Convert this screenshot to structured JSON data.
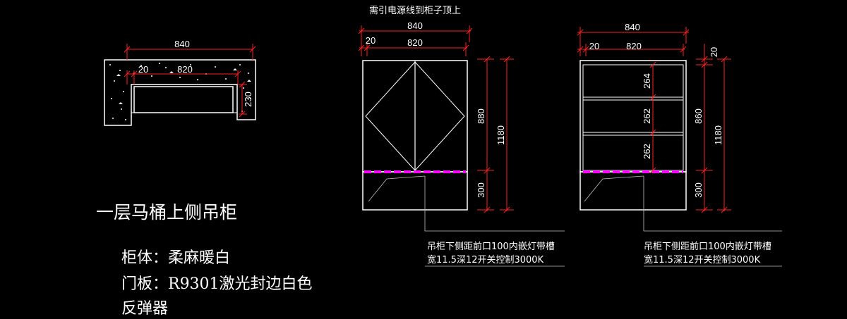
{
  "colors": {
    "background": "#000000",
    "outline": "#ffffff",
    "dimension": "#ff2020",
    "led": "#ff00ff",
    "leader": "#c0c0c0"
  },
  "plan": {
    "width_outer": "840",
    "width_inner": "820",
    "side": "20",
    "depth": "230"
  },
  "front_door": {
    "note_top": "需引电源线到柜子顶上",
    "width_outer": "840",
    "side": "20",
    "width_inner": "820",
    "height_cabinet": "880",
    "height_bottom": "300",
    "height_total": "1180",
    "note_line1": "吊柜下侧距前口100内嵌灯带槽",
    "note_line2": "宽11.5深12开关控制3000K"
  },
  "front_open": {
    "width_outer": "840",
    "side": "20",
    "width_inner": "820",
    "top_gap": "20",
    "shelf1": "264",
    "shelf2": "262",
    "shelf3": "262",
    "height_cabinet": "860",
    "height_bottom": "300",
    "height_total": "1180",
    "note_line1": "吊柜下侧距前口100内嵌灯带槽",
    "note_line2": "宽11.5深12开关控制3000K"
  },
  "legend": {
    "title": "一层马桶上侧吊柜",
    "line1": "柜体：柔麻暖白",
    "line2": "门板：R9301激光封边白色",
    "line3": "反弹器"
  }
}
